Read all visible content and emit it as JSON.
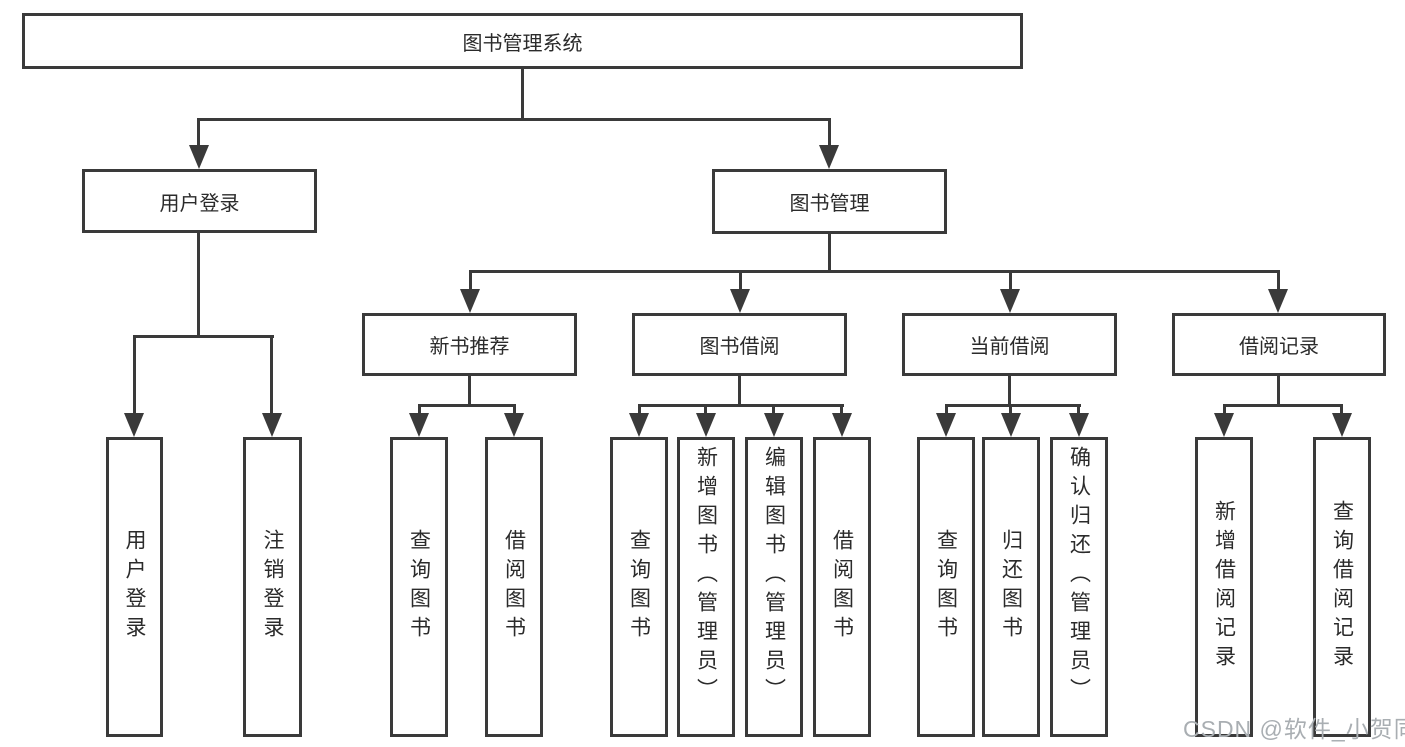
{
  "diagram": {
    "root": {
      "label": "图书管理系统"
    },
    "branches": [
      {
        "label": "用户登录",
        "children": [
          {
            "label": "用户登录"
          },
          {
            "label": "注销登录"
          }
        ]
      },
      {
        "label": "图书管理",
        "children": [
          {
            "label": "新书推荐",
            "children": [
              {
                "label": "查询图书"
              },
              {
                "label": "借阅图书"
              }
            ]
          },
          {
            "label": "图书借阅",
            "children": [
              {
                "label": "查询图书"
              },
              {
                "label": "新增图书（管理员）"
              },
              {
                "label": "编辑图书（管理员）"
              },
              {
                "label": "借阅图书"
              }
            ]
          },
          {
            "label": "当前借阅",
            "children": [
              {
                "label": "查询图书"
              },
              {
                "label": "归还图书"
              },
              {
                "label": "确认归还（管理员）"
              }
            ]
          },
          {
            "label": "借阅记录",
            "children": [
              {
                "label": "新增借阅记录"
              },
              {
                "label": "查询借阅记录"
              }
            ]
          }
        ]
      }
    ],
    "watermark": "CSDN @软件_小贺同学"
  },
  "colors": {
    "line": "#3a3a3a",
    "text": "#2b2b2b",
    "watermark": "#a9aeb2",
    "background": "#ffffff"
  }
}
